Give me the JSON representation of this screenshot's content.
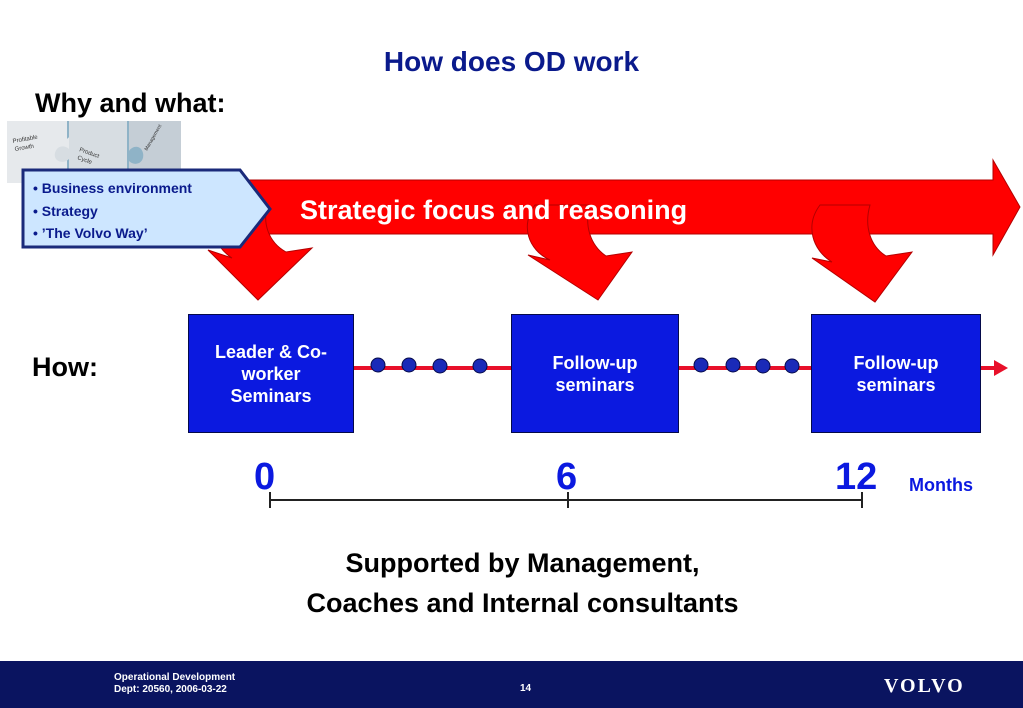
{
  "title": "How does OD work",
  "why_label": "Why and what:",
  "how_label": "How:",
  "puzzle_image": {
    "icon": "puzzle-pieces-icon",
    "words": [
      "Profitable",
      "Growth",
      "Product",
      "Cycle",
      "Management"
    ]
  },
  "callout": {
    "bullets": [
      "• Business environment",
      "• Strategy",
      "• ’The Volvo Way’"
    ]
  },
  "strategic_arrow": {
    "label": "Strategic focus and reasoning",
    "color": "#ff0000"
  },
  "seminars": [
    {
      "label": "Leader & Co-worker Seminars"
    },
    {
      "label": "Follow-up seminars"
    },
    {
      "label": "Follow-up seminars"
    }
  ],
  "timeline": {
    "ticks": [
      "0",
      "6",
      "12"
    ],
    "unit": "Months"
  },
  "support_lines": [
    "Supported by Management,",
    "Coaches and Internal consultants"
  ],
  "footer": {
    "line1": "Operational Development",
    "line2": "Dept: 20560, 2006-03-22",
    "page": "14",
    "logo": "VOLVO"
  },
  "colors": {
    "accent_blue": "#0b19e0",
    "title_blue": "#0a1a8c",
    "footer_navy": "#0a1460",
    "line_red": "#e8102a"
  }
}
